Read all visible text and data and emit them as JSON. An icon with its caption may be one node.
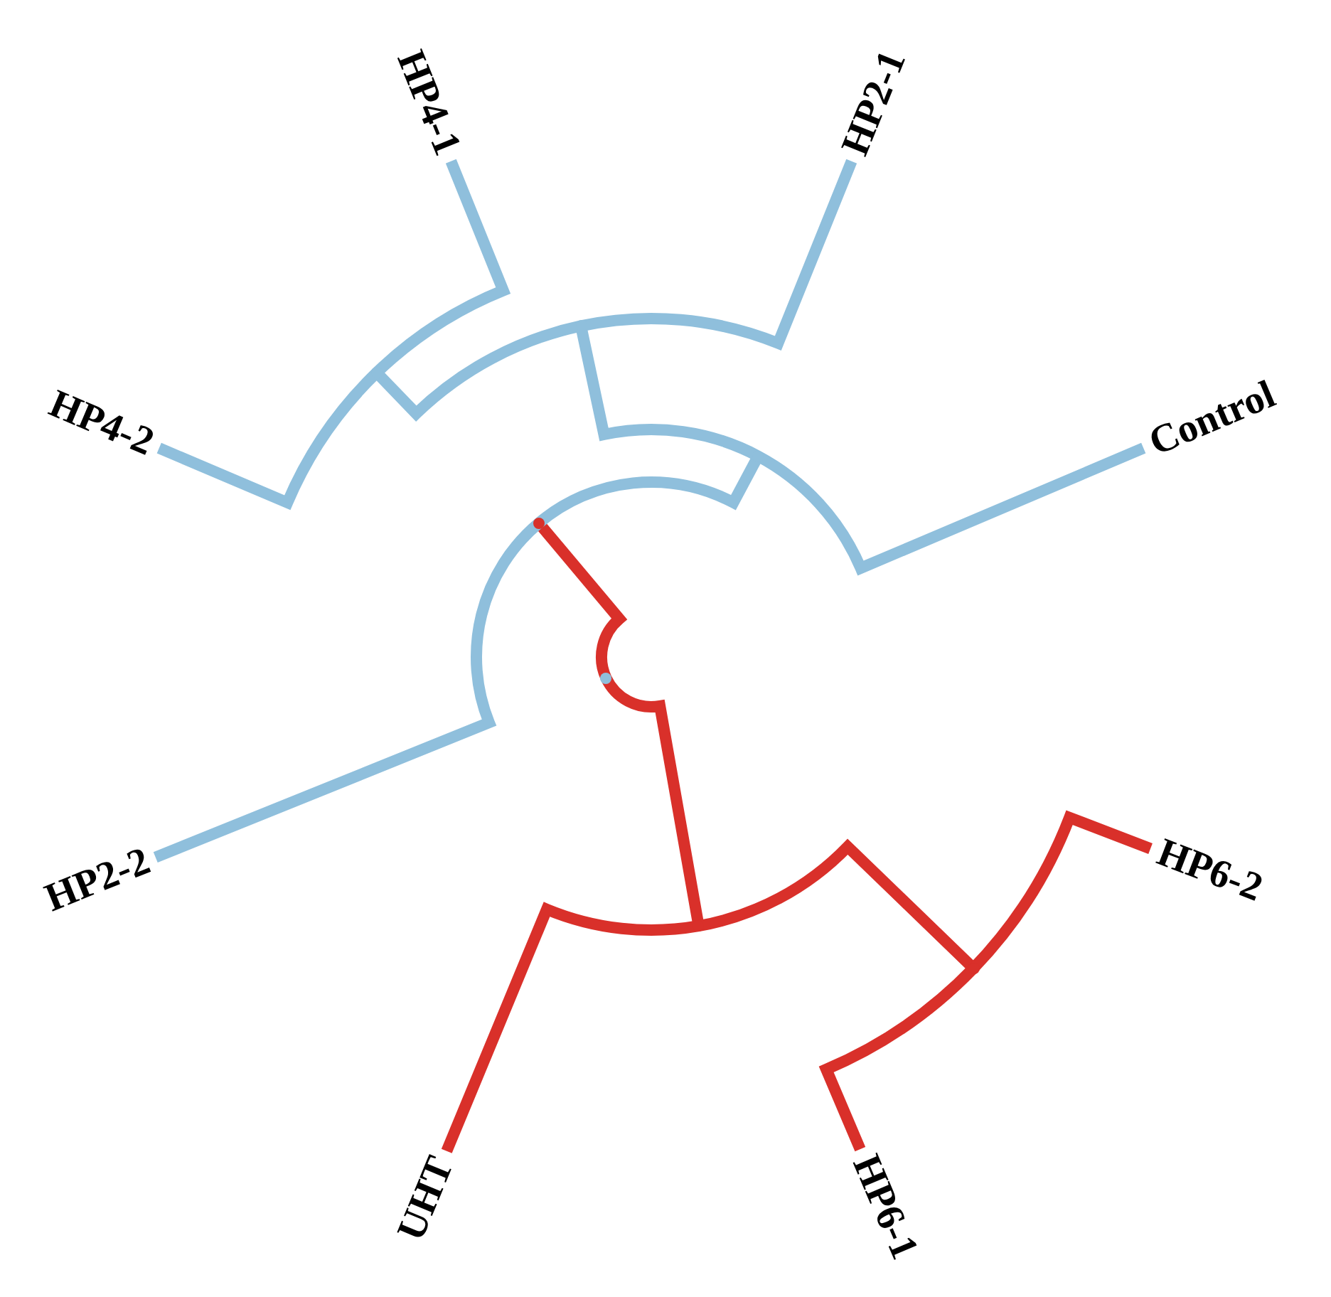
{
  "diagram": {
    "nodes": [
      {
        "text": [],
        "shape": "circle"
      },
      {
        "text": [],
        "shape": "circle"
      },
      {
        "text": [],
        "shape": "circle"
      },
      {
        "text": [],
        "shape": "circle"
      },
      {
        "text": [],
        "shape": "circle"
      },
      {
        "text": [
          "HP4-2"
        ]
      },
      {
        "text": [
          "HP4-1"
        ]
      },
      {
        "text": [
          "HP2-1"
        ]
      },
      {
        "text": [
          "Control"
        ]
      },
      {
        "text": [
          "HP2-2"
        ]
      },
      {
        "text": [],
        "shape": "circle"
      },
      {
        "text": [],
        "shape": "circle"
      },
      {
        "text": [
          "HP6-2"
        ]
      },
      {
        "text": [
          "HP6-1"
        ]
      },
      {
        "text": [
          "UHT"
        ]
      }
    ],
    "edges": [
      {
        "from": 0,
        "to": 1,
        "arrow": "none",
        "color": "#d9302a"
      },
      {
        "from": 1,
        "to": 9,
        "arrow": "none"
      },
      {
        "from": 1,
        "to": 2,
        "arrow": "none"
      },
      {
        "from": 2,
        "to": 3,
        "arrow": "none"
      },
      {
        "from": 2,
        "to": 8,
        "arrow": "none"
      },
      {
        "from": 3,
        "to": 4,
        "arrow": "none"
      },
      {
        "from": 3,
        "to": 7,
        "arrow": "none"
      },
      {
        "from": 4,
        "to": 5,
        "arrow": "none"
      },
      {
        "from": 4,
        "to": 6,
        "arrow": "none"
      },
      {
        "from": 0,
        "to": 10,
        "arrow": "none",
        "color": "#d9302a"
      },
      {
        "from": 10,
        "to": 14,
        "arrow": "none",
        "color": "#d9302a"
      },
      {
        "from": 10,
        "to": 11,
        "arrow": "none",
        "color": "#d9302a"
      },
      {
        "from": 11,
        "to": 13,
        "arrow": "none",
        "color": "#d9302a"
      },
      {
        "from": 11,
        "to": 12,
        "arrow": "none",
        "color": "#d9302a"
      }
    ]
  }
}
